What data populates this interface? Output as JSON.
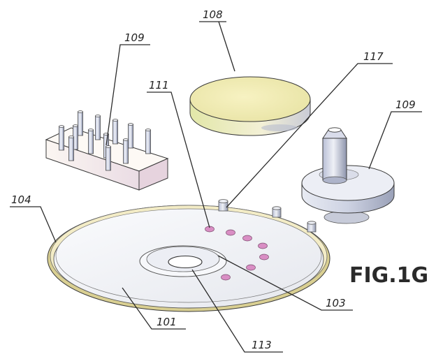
{
  "figure_label": "FIG.1G",
  "colors": {
    "ink": "#2b2b2b",
    "disc_fill": "#f4f5f8",
    "disc_rim": "#d6cc8c",
    "cap_top": "#efeaa8",
    "pins": "#9aa3c3",
    "magnets": "#d98ec4"
  },
  "references": {
    "r101": "101",
    "r103": "103",
    "r104": "104",
    "r108": "108",
    "r109_pins": "109",
    "r109_knob": "109",
    "r111": "111",
    "r113": "113",
    "r117": "117"
  }
}
